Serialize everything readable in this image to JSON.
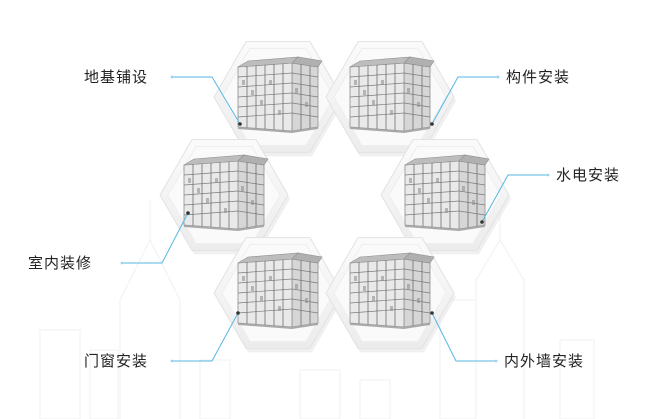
{
  "stages": [
    {
      "id": "foundation",
      "label": "地基铺设"
    },
    {
      "id": "components",
      "label": "构件安装"
    },
    {
      "id": "plumbing-electrical",
      "label": "水电安装"
    },
    {
      "id": "interior",
      "label": "室内装修"
    },
    {
      "id": "doors-windows",
      "label": "门窗安装"
    },
    {
      "id": "walls",
      "label": "内外墙安装"
    }
  ],
  "colors": {
    "leader": "#57b7e2",
    "hex_fill": "#f3f3f3",
    "hex_edge": "#e2e2e2",
    "building": "#9a9a9a"
  },
  "icons": [
    "building-model-icon"
  ]
}
